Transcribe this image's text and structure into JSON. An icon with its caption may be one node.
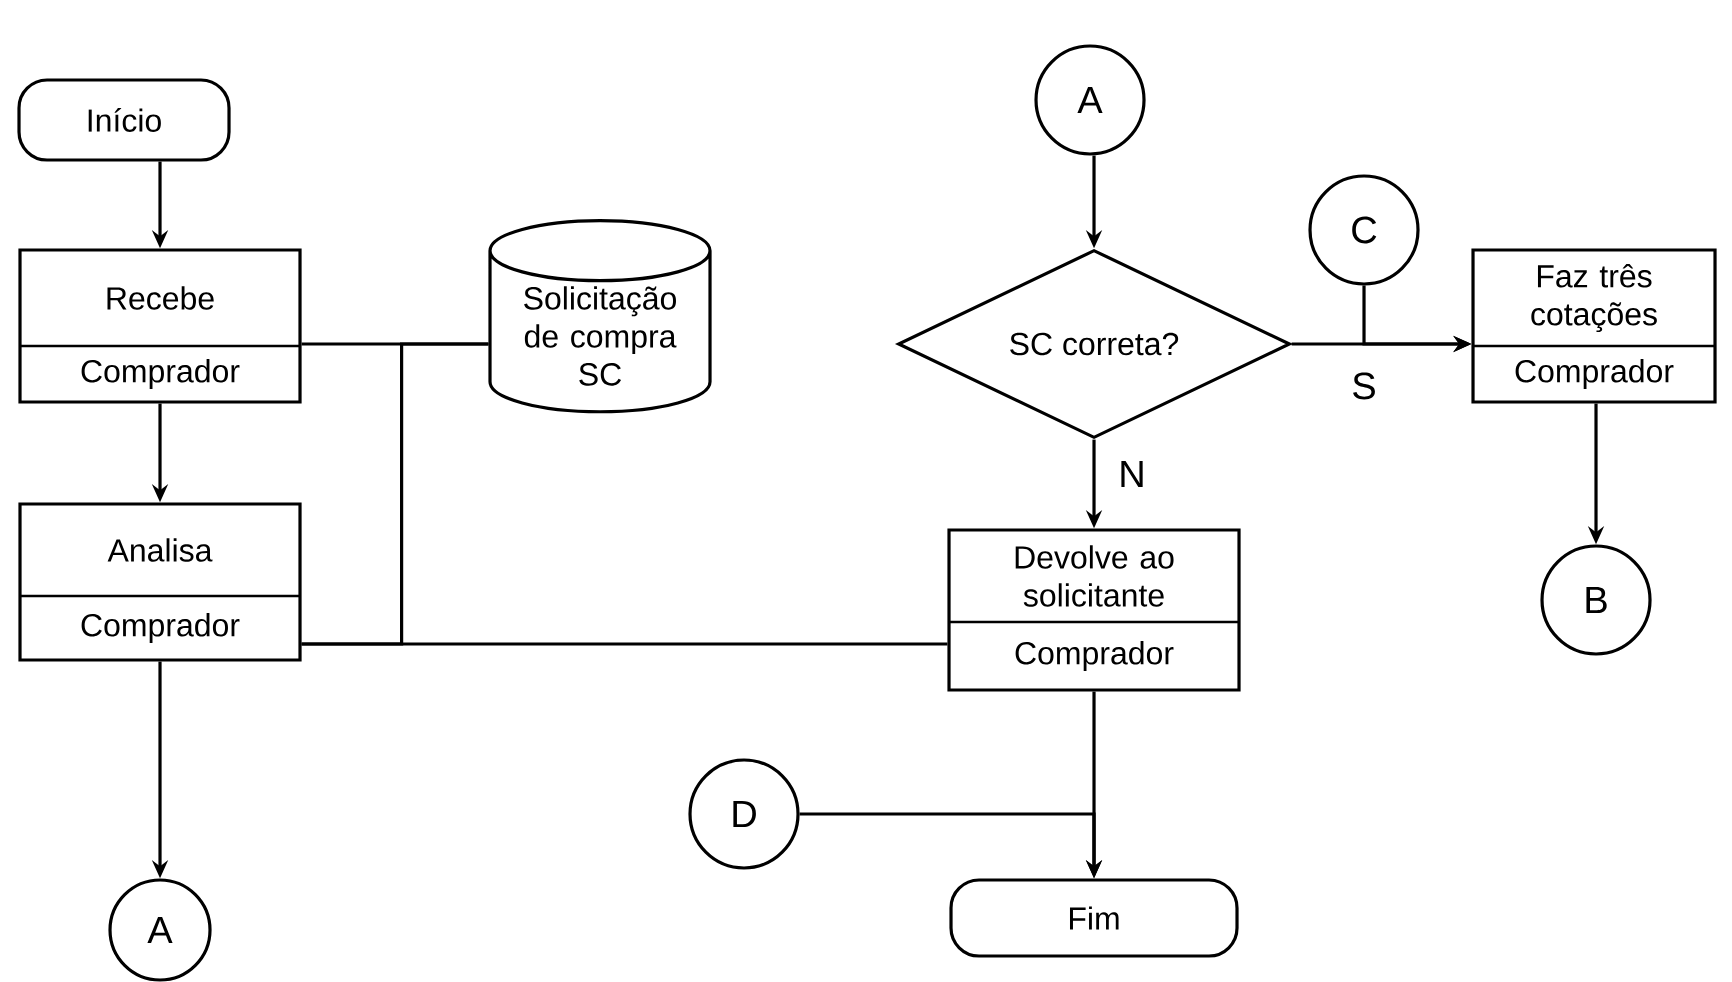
{
  "diagram": {
    "nodes": [
      {
        "text": [
          "Início"
        ]
      },
      {
        "text": [
          "Recebe",
          "Comprador"
        ]
      },
      {
        "text": [
          "Solicitação de compra SC"
        ]
      },
      {
        "text": [
          "Analisa",
          "Comprador"
        ]
      },
      {
        "text": [
          "A"
        ]
      },
      {
        "text": [
          "A"
        ]
      },
      {
        "text": [
          "SC correta?"
        ]
      },
      {
        "text": [
          "C"
        ]
      },
      {
        "text": [
          "Faz três cotações",
          "Comprador"
        ]
      },
      {
        "text": [
          "B"
        ]
      },
      {
        "text": [
          "Devolve ao solicitante",
          "Comprador"
        ]
      },
      {
        "text": [
          "D"
        ]
      },
      {
        "text": [
          "Fim"
        ]
      }
    ],
    "edges": [
      {
        "from": 0,
        "to": 1,
        "arrow": "to"
      },
      {
        "from": 1,
        "to": 3,
        "arrow": "to"
      },
      {
        "from": 3,
        "to": 4,
        "arrow": "to"
      },
      {
        "from": 1,
        "to": 2,
        "arrow": "none"
      },
      {
        "from": 3,
        "to": 2,
        "arrow": "none"
      },
      {
        "from": 3,
        "to": 10,
        "arrow": "none"
      },
      {
        "from": 5,
        "to": 6,
        "arrow": "to"
      },
      {
        "from": 6,
        "to": 8,
        "arrow": "to",
        "label": "S"
      },
      {
        "from": 7,
        "to": 8,
        "arrow": "to"
      },
      {
        "from": 6,
        "to": 10,
        "arrow": "to",
        "label": "N"
      },
      {
        "from": 8,
        "to": 9,
        "arrow": "to"
      },
      {
        "from": 10,
        "to": 12,
        "arrow": "to"
      },
      {
        "from": 11,
        "to": 12,
        "arrow": "to"
      }
    ]
  }
}
